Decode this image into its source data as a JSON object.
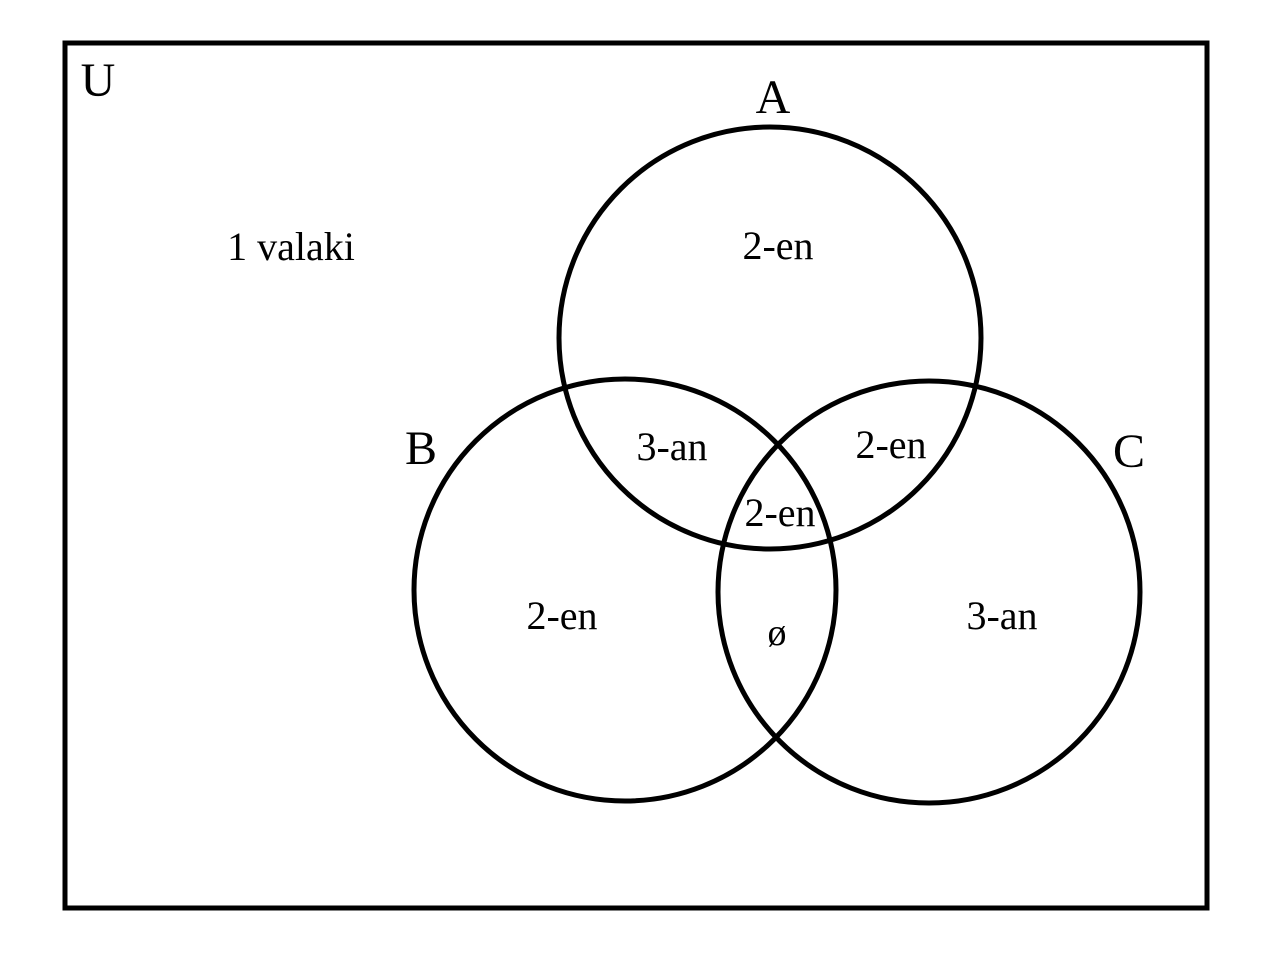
{
  "diagram": {
    "type": "venn-3-set",
    "universe": {
      "label": "U"
    },
    "sets": [
      {
        "id": "A",
        "label": "A"
      },
      {
        "id": "B",
        "label": "B"
      },
      {
        "id": "C",
        "label": "C"
      }
    ],
    "regions": {
      "outside": "1 valaki",
      "a_only": "2-en",
      "b_only": "2-en",
      "c_only": "3-an",
      "a_and_b": "3-an",
      "a_and_c": "2-en",
      "a_and_b_and_c": "2-en",
      "b_and_c": "ø"
    },
    "colors": {
      "stroke": "#000000",
      "background": "#ffffff"
    }
  }
}
